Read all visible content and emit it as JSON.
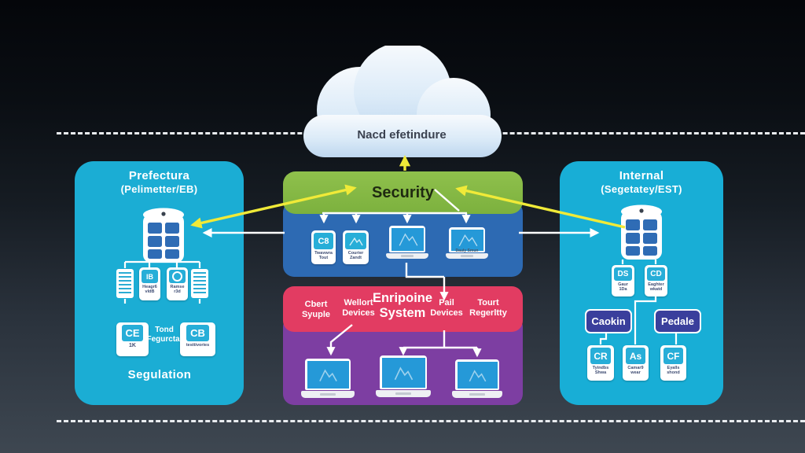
{
  "colors": {
    "panel_cyan": "#1badd4",
    "security_green": "#86ba45",
    "network_blue": "#2d6ab3",
    "endpoint_pink": "#e23c62",
    "device_purple": "#7d3ea2",
    "arrow_yellow": "#f0ea38",
    "badge_navy": "#3a3f9c",
    "screen_blue": "#2599d8"
  },
  "cloud": {
    "label": "Nacd efetindure"
  },
  "security": {
    "label": "Security"
  },
  "left_panel": {
    "title_line1": "Prefectura",
    "title_line2": "(Pelimetter/EB)",
    "device_cards": [
      {
        "type": "document"
      },
      {
        "type": "badge",
        "badge": "IB",
        "label_line1": "Heagr6",
        "label_line2": "vIdB"
      },
      {
        "type": "clock",
        "label_line1": "Ramse",
        "label_line2": "r3d"
      },
      {
        "type": "document"
      }
    ],
    "code_cards": [
      {
        "code": "CE",
        "label": "1K"
      },
      {
        "code": "CB",
        "label": "testtivories"
      }
    ],
    "middle_note_line1": "Tond",
    "middle_note_line2": "Fegurctal",
    "footer": "Segulation"
  },
  "center": {
    "blue_items": [
      {
        "code": "C8",
        "label_line1": "Twavwra",
        "label_line2": "Tout"
      },
      {
        "label_line1": "Courier",
        "label_line2": "Zandt"
      },
      {
        "type": "laptop"
      },
      {
        "type": "laptop",
        "label": "Dauly Smun"
      }
    ],
    "pink": {
      "col1_line1": "Cbert",
      "col1_line2": "Syuple",
      "col2_line1": "Wellort",
      "col2_line2": "Devices",
      "title_line1": "Enripoine",
      "title_line2": "System",
      "col3_line1": "Pail",
      "col3_line2": "Devices",
      "col4_line1": "Tourt",
      "col4_line2": "Regerltty"
    }
  },
  "right_panel": {
    "title_line1": "Internal",
    "title_line2": "(Segetatey/EST)",
    "top_cards": [
      {
        "code": "DS",
        "label_line1": "Gaur",
        "label_line2": "1Da"
      },
      {
        "code": "CD",
        "label_line1": "Eaghter",
        "label_line2": "wkatd"
      }
    ],
    "buttons": [
      {
        "label": "Caokin"
      },
      {
        "label": "Pedale"
      }
    ],
    "bottom_cards": [
      {
        "code": "CR",
        "label_line1": "Tyindbs",
        "label_line2": "Shwa"
      },
      {
        "code": "As",
        "label_line1": "Camar9",
        "label_line2": "wear"
      },
      {
        "code": "CF",
        "label_line1": "Eyalls",
        "label_line2": "shond"
      }
    ]
  }
}
